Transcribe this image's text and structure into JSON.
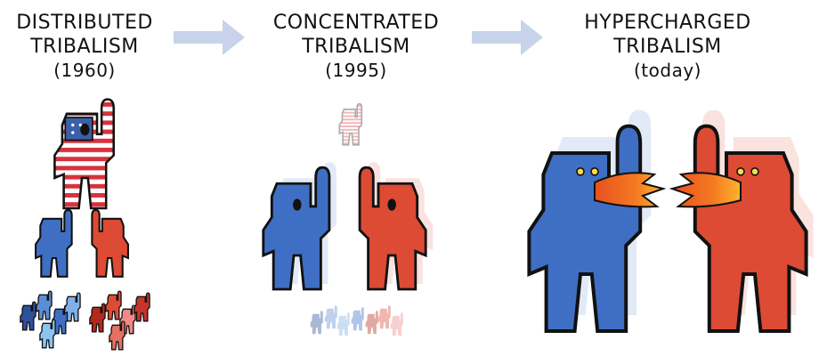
{
  "stages": [
    {
      "line1": "DISTRIBUTED",
      "line2": "TRIBALISM",
      "period": "(1960)"
    },
    {
      "line1": "CONCENTRATED",
      "line2": "TRIBALISM",
      "period": "(1995)"
    },
    {
      "line1": "HYPERCHARGED",
      "line2": "TRIBALISM",
      "period": "(today)"
    }
  ],
  "colors": {
    "blue": "#3f6fc4",
    "red": "#dd4b34",
    "arrow": "#c7d3ea",
    "outline": "#111111",
    "fire_outer": "#e8501f",
    "fire_inner": "#ffb52e"
  },
  "icons": [
    "us-flag-figure-icon",
    "blue-figure-icon",
    "red-figure-icon",
    "fire-breath-icon",
    "arrow-right-icon"
  ]
}
